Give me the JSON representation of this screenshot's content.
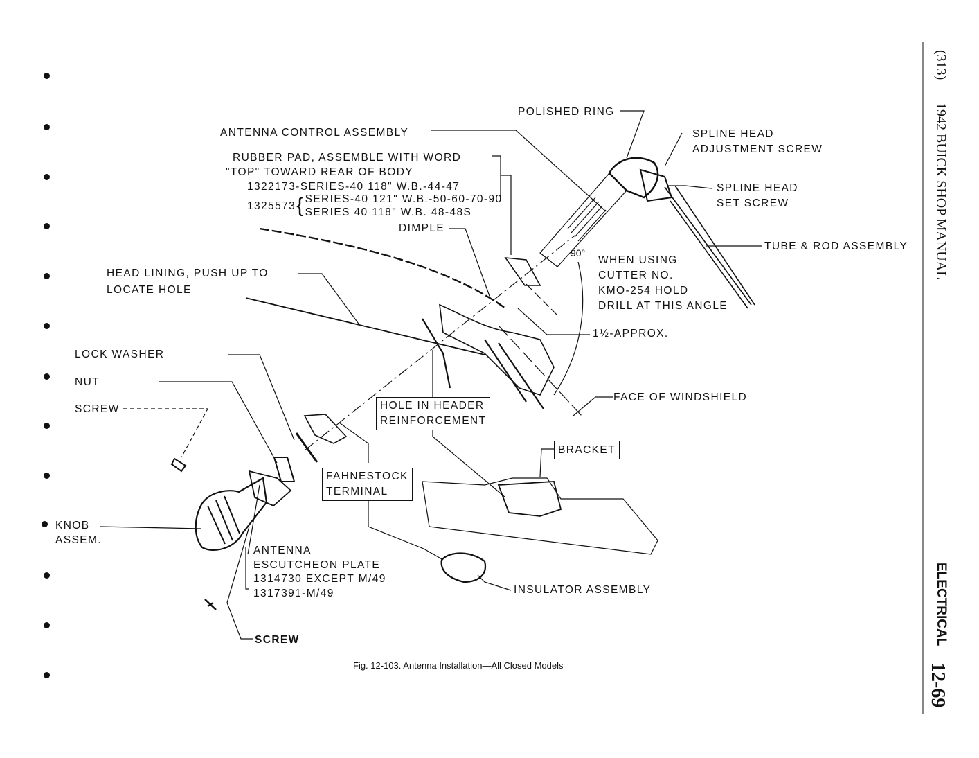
{
  "caption": "Fig. 12-103.  Antenna Installation—All Closed Models",
  "margin_header": {
    "page_ref": "(313)",
    "manual_title": "1942 BUICK SHOP MANUAL",
    "section": "ELECTRICAL",
    "page_number": "12-69"
  },
  "labels": {
    "polished_ring": "POLISHED RING",
    "antenna_control_assembly": "ANTENNA CONTROL ASSEMBLY",
    "spline_head_adjustment_1": "SPLINE HEAD",
    "spline_head_adjustment_2": "ADJUSTMENT SCREW",
    "spline_head_set_1": "SPLINE HEAD",
    "spline_head_set_2": "SET SCREW",
    "rubber_pad_1": "RUBBER PAD, ASSEMBLE WITH WORD",
    "rubber_pad_2": "\"TOP\" TOWARD REAR OF BODY",
    "rubber_pad_part_a": "1322173-SERIES-40 118\" W.B.-44-47",
    "rubber_pad_part_b_num": "1325573",
    "rubber_pad_part_b_1": "SERIES-40 121\" W.B.-50-60-70-90",
    "rubber_pad_part_b_2": "SERIES 40 118\" W.B. 48-48S",
    "dimple": "DIMPLE",
    "tube_rod": "TUBE & ROD ASSEMBLY",
    "angle": "90°",
    "cutter_1": "WHEN USING",
    "cutter_2": "CUTTER NO.",
    "cutter_3": "KMO-254 HOLD",
    "cutter_4": "DRILL AT THIS ANGLE",
    "head_lining_1": "HEAD LINING, PUSH UP TO",
    "head_lining_2": "LOCATE HOLE",
    "approx": "1½-APPROX.",
    "lock_washer": "LOCK WASHER",
    "nut": "NUT",
    "screw_top": "SCREW",
    "hole_header_1": "HOLE IN HEADER",
    "hole_header_2": "REINFORCEMENT",
    "face_windshield": "FACE OF WINDSHIELD",
    "bracket": "BRACKET",
    "fahnestock_1": "FAHNESTOCK",
    "fahnestock_2": "TERMINAL",
    "knob_1": "KNOB",
    "knob_2": "ASSEM.",
    "escutcheon_1": "ANTENNA",
    "escutcheon_2": "ESCUTCHEON PLATE",
    "escutcheon_3": "1314730 EXCEPT M/49",
    "escutcheon_4": "1317391-M/49",
    "insulator": "INSULATOR ASSEMBLY",
    "screw_bottom": "SCREW"
  }
}
